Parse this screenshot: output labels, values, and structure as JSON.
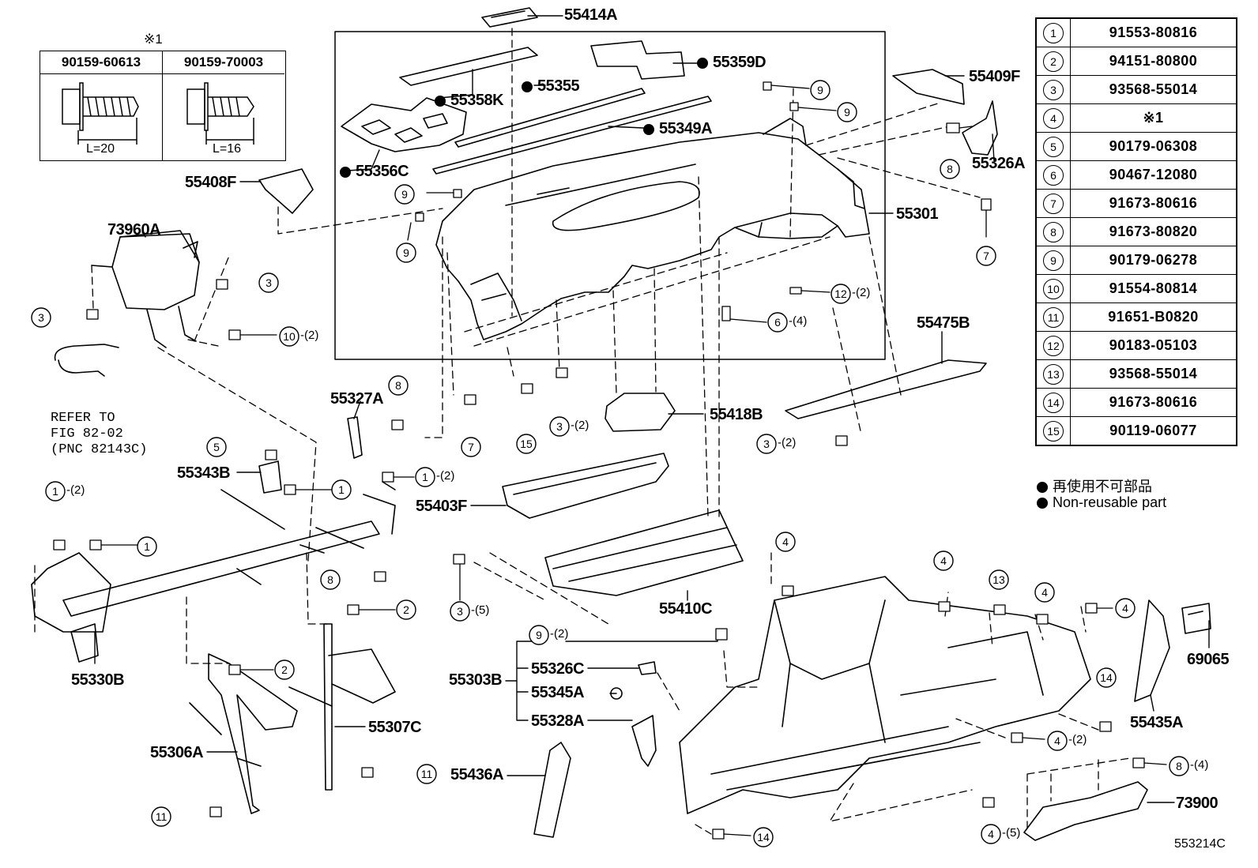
{
  "inset": {
    "mark": "※1",
    "bolts": [
      {
        "part": "90159-60613",
        "length": "L=20"
      },
      {
        "part": "90159-70003",
        "length": "L=16"
      }
    ]
  },
  "callouts": {
    "c55414A": "55414A",
    "c55359D": "55359D",
    "c55358K": "55358K",
    "c55355": "55355",
    "c55349A": "55349A",
    "c55356C": "55356C",
    "c55409F": "55409F",
    "c55326A": "55326A",
    "c55408F": "55408F",
    "c55301": "55301",
    "c73960A": "73960A",
    "c55475B": "55475B",
    "c55327A": "55327A",
    "c55418B": "55418B",
    "c55343B": "55343B",
    "c55403F": "55403F",
    "c55410C": "55410C",
    "c55330B": "55330B",
    "c55303B": "55303B",
    "c55326C": "55326C",
    "c55345A": "55345A",
    "c55328A": "55328A",
    "c55307C": "55307C",
    "c55306A": "55306A",
    "c55436A": "55436A",
    "c69065": "69065",
    "c55435A": "55435A",
    "c73900": "73900"
  },
  "refer_note": "REFER TO\nFIG 82-02\n(PNC 82143C)",
  "qty": {
    "q2": "-(2)",
    "q4": "-(4)",
    "q5": "-(5)"
  },
  "legend": [
    {
      "num": "1",
      "part": "91553-80816"
    },
    {
      "num": "2",
      "part": "94151-80800"
    },
    {
      "num": "3",
      "part": "93568-55014"
    },
    {
      "num": "4",
      "part": "※1"
    },
    {
      "num": "5",
      "part": "90179-06308"
    },
    {
      "num": "6",
      "part": "90467-12080"
    },
    {
      "num": "7",
      "part": "91673-80616"
    },
    {
      "num": "8",
      "part": "91673-80820"
    },
    {
      "num": "9",
      "part": "90179-06278"
    },
    {
      "num": "10",
      "part": "91554-80814"
    },
    {
      "num": "11",
      "part": "91651-B0820"
    },
    {
      "num": "12",
      "part": "90183-05103"
    },
    {
      "num": "13",
      "part": "93568-55014"
    },
    {
      "num": "14",
      "part": "91673-80616"
    },
    {
      "num": "15",
      "part": "90119-06077"
    }
  ],
  "footnotes": {
    "jp": "再使用不可部品",
    "en": "Non-reusable part"
  },
  "figure_code": "553214C"
}
